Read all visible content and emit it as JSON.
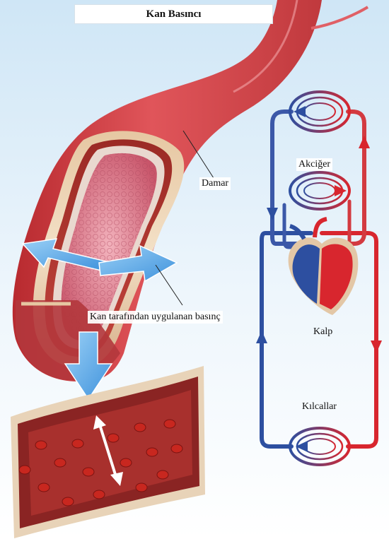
{
  "title": "Kan Basıncı",
  "labels": {
    "vessel": "Damar",
    "pressure": "Kan tarafından uygulanan basınç",
    "lungs": "Akciğer",
    "heart": "Kalp",
    "capillaries": "Kılcallar"
  },
  "colors": {
    "artery_red": "#d8262e",
    "vein_blue": "#2d4fa0",
    "pressure_arrow": "#5aa8e6",
    "sky_top": "#d4e9f7"
  },
  "icons": [
    "pressure-arrow-icon",
    "flow-arrow-icon",
    "blood-cell-icon"
  ]
}
